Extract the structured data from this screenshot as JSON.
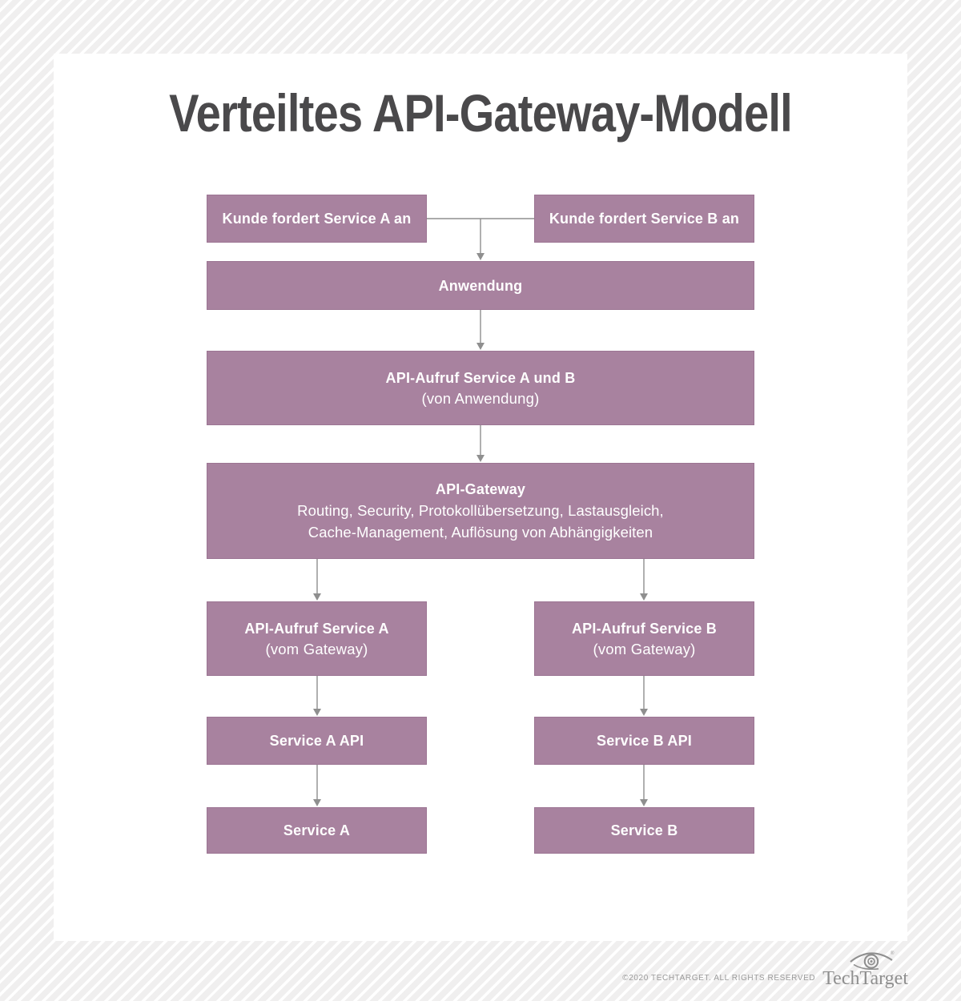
{
  "title": "Verteiltes API-Gateway-Modell",
  "diagram": {
    "client_a": {
      "label": "Kunde fordert Service A an"
    },
    "client_b": {
      "label": "Kunde fordert Service B an"
    },
    "anwendung": {
      "label": "Anwendung"
    },
    "api_call_ab": {
      "label": "API-Aufruf Service A und B",
      "sublabel": "(von Anwendung)"
    },
    "gateway": {
      "label": "API-Gateway",
      "detail1": "Routing, Security, Protokollübersetzung, Lastausgleich,",
      "detail2": "Cache-Management, Auflösung von Abhängigkeiten"
    },
    "api_call_a": {
      "label": "API-Aufruf Service A",
      "sublabel": "(vom Gateway)"
    },
    "api_call_b": {
      "label": "API-Aufruf Service B",
      "sublabel": "(vom Gateway)"
    },
    "service_a_api": {
      "label": "Service A API"
    },
    "service_b_api": {
      "label": "Service B API"
    },
    "service_a": {
      "label": "Service A"
    },
    "service_b": {
      "label": "Service B"
    }
  },
  "footer": {
    "copyright": "©2020 TECHTARGET. ALL RIGHTS RESERVED",
    "brand": "TechTarget",
    "logo_icon": "eye-icon",
    "registered_mark": "®"
  },
  "colors": {
    "box_fill": "#a8829f",
    "box_border": "#9c7593",
    "box_text": "#ffffff",
    "title_text": "#4a494b",
    "connector": "#8f8f8f",
    "bg_gray": "#f0efef",
    "stripe_white": "#ffffff",
    "panel": "#ffffff",
    "footer_text": "#9b9b9b",
    "brand_gray": "#8f8f8f"
  }
}
